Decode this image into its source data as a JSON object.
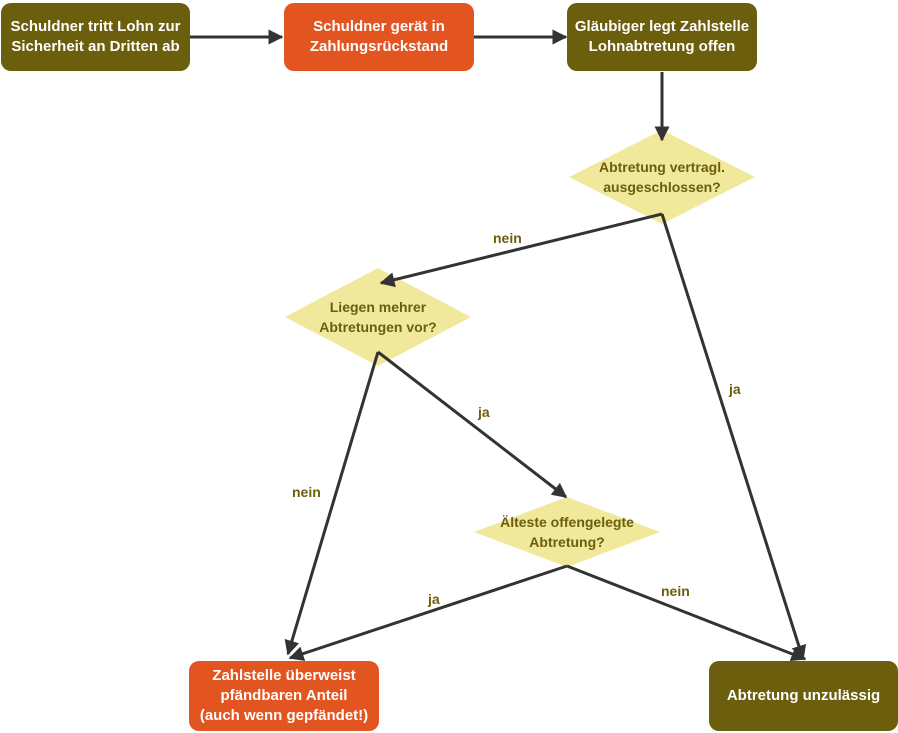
{
  "colors": {
    "process_box": "#6b5e0c",
    "highlight_box": "#e25420",
    "decision_fill": "#f0e89a",
    "decision_text": "#6b5e0c",
    "edge": "#333333"
  },
  "nodes": {
    "schuldner_tritt": {
      "line1": "Schuldner tritt Lohn zur",
      "line2": "Sicherheit an Dritten  ab"
    },
    "zahlungsrueckstand": {
      "line1": "Schuldner gerät in",
      "line2": "Zahlungsrückstand"
    },
    "glaeubiger_legt": {
      "line1": "Gläubiger legt Zahlstelle",
      "line2": "Lohnabtretung offen"
    },
    "q_vertraglich": {
      "line1": "Abtretung vertragl.",
      "line2": "ausgeschlossen?"
    },
    "q_mehrere": {
      "line1": "Liegen mehrer",
      "line2": "Abtretungen vor?"
    },
    "q_aelteste": {
      "line1": "Älteste offengelegte",
      "line2": "Abtretung?"
    },
    "zahlstelle": {
      "line1": "Zahlstelle überweist",
      "line2": "pfändbaren Anteil",
      "line3": "(auch wenn gepfändet!)"
    },
    "unzulaessig": {
      "line1": "Abtretung unzulässig"
    }
  },
  "edge_labels": {
    "vertraglich_nein": "nein",
    "vertraglich_ja": "ja",
    "mehrere_ja": "ja",
    "mehrere_nein": "nein",
    "aelteste_ja": "ja",
    "aelteste_nein": "nein"
  }
}
